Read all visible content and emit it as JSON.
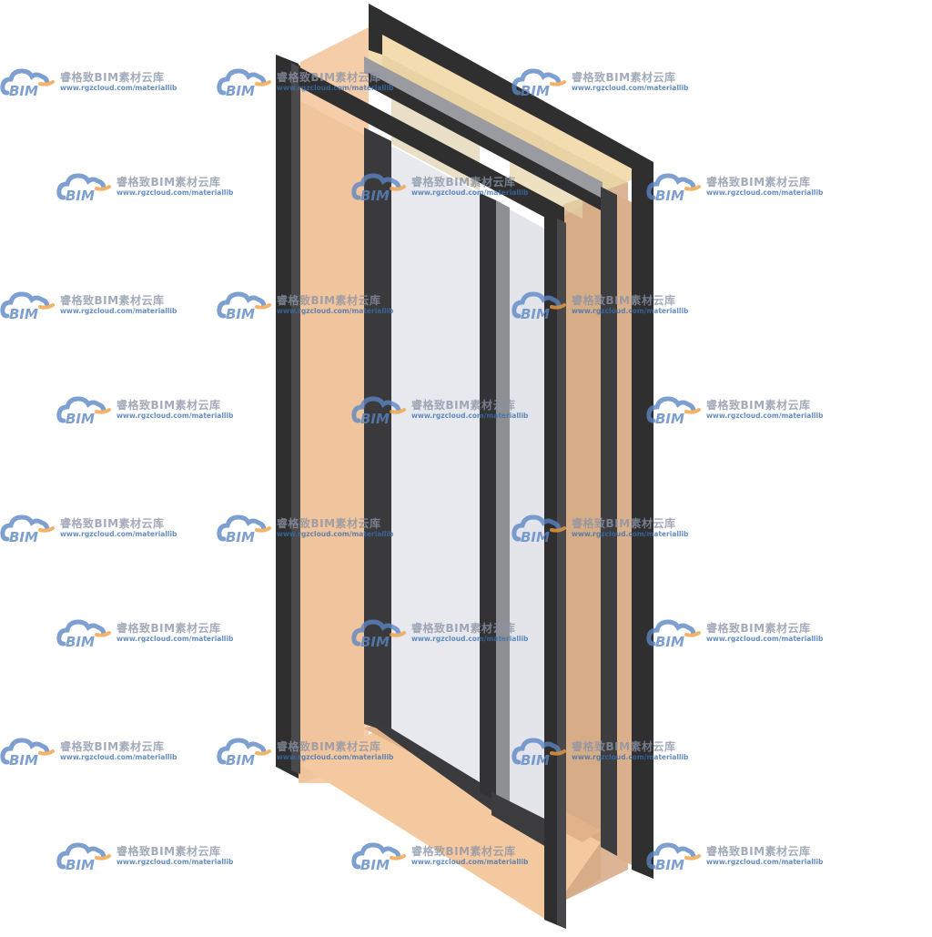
{
  "watermark": {
    "logo_text": "BIM",
    "title": "睿格致BIM素材云库",
    "url": "www.rgzcloud.com/materiallib"
  },
  "colors": {
    "frame_dark": "#2f2f30",
    "frame_edge": "#4a4a4c",
    "jamb_light": "#f5cda8",
    "jamb_shade": "#dcb596",
    "jamb_side": "#e8c29e",
    "head_cream": "#f3ddb0",
    "glass": "#e8e9ee",
    "mullion_gray": "#8e8f93",
    "logo_blue": "#5b86c4",
    "logo_orange": "#f0a040"
  }
}
